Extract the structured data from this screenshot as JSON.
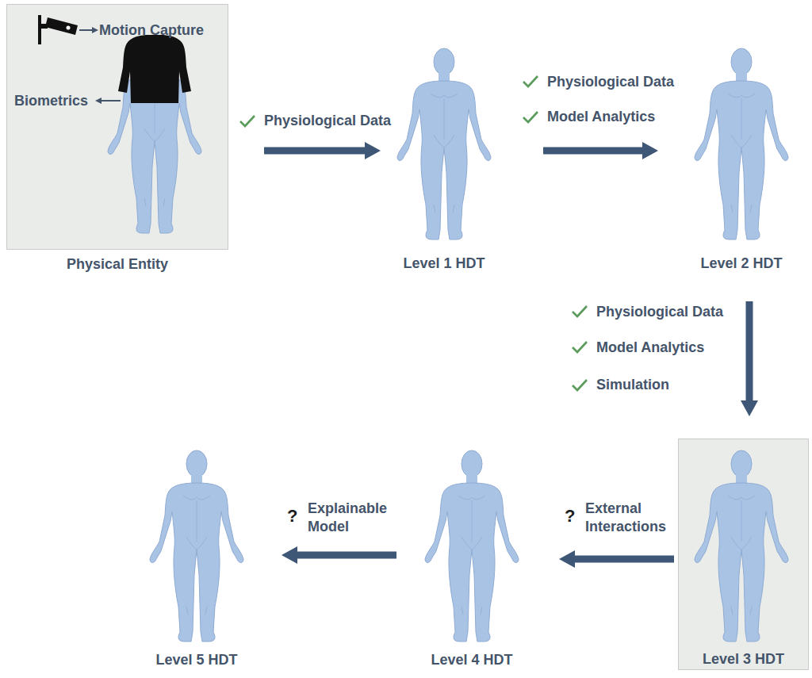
{
  "diagram": {
    "nodes": [
      {
        "text": [
          "Physical Entity"
        ]
      },
      {
        "text": [
          "Level 1 HDT"
        ]
      },
      {
        "text": [
          "Level 2 HDT"
        ]
      },
      {
        "text": [
          "Level 3 HDT"
        ]
      },
      {
        "text": [
          "Level 4 HDT"
        ]
      },
      {
        "text": [
          "Level 5 HDT"
        ]
      }
    ],
    "edges": [
      {
        "from": 0,
        "to": 1,
        "arrow": "to",
        "label": "Physiological Data"
      },
      {
        "from": 1,
        "to": 2,
        "arrow": "to"
      },
      {
        "from": 2,
        "to": 3,
        "arrow": "to"
      },
      {
        "from": 3,
        "to": 4,
        "arrow": "to",
        "label": "External Interactions"
      },
      {
        "from": 4,
        "to": 5,
        "arrow": "to",
        "label": "Explainable Model"
      }
    ],
    "labels": [
      "Motion Capture",
      "Biometrics",
      "Physiological Data",
      "Model Analytics",
      "Physiological Data",
      "Model Analytics",
      "Simulation",
      "?",
      "?"
    ]
  }
}
